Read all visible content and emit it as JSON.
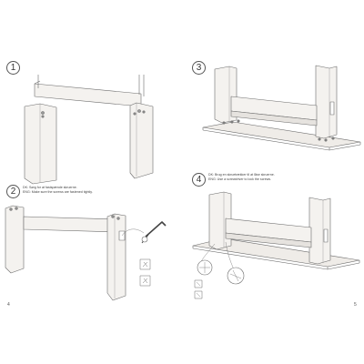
{
  "steps": [
    {
      "number": "1"
    },
    {
      "number": "2",
      "note_dk": "DK: Sørg for at fastspænde skruerne.",
      "note_eng": "ENG: Make sure the screws are fastened tightly."
    },
    {
      "number": "3"
    },
    {
      "number": "4",
      "note_dk": "DK: Brug en skruetrækker til at låse skruerne.",
      "note_eng": "ENG: Use a screwdriver to lock the screws."
    }
  ],
  "page_numbers": {
    "left": "4",
    "right": "5"
  },
  "colors": {
    "line": "#6b6b6b",
    "fill": "#f4f2ef",
    "floor": "#efece8"
  }
}
